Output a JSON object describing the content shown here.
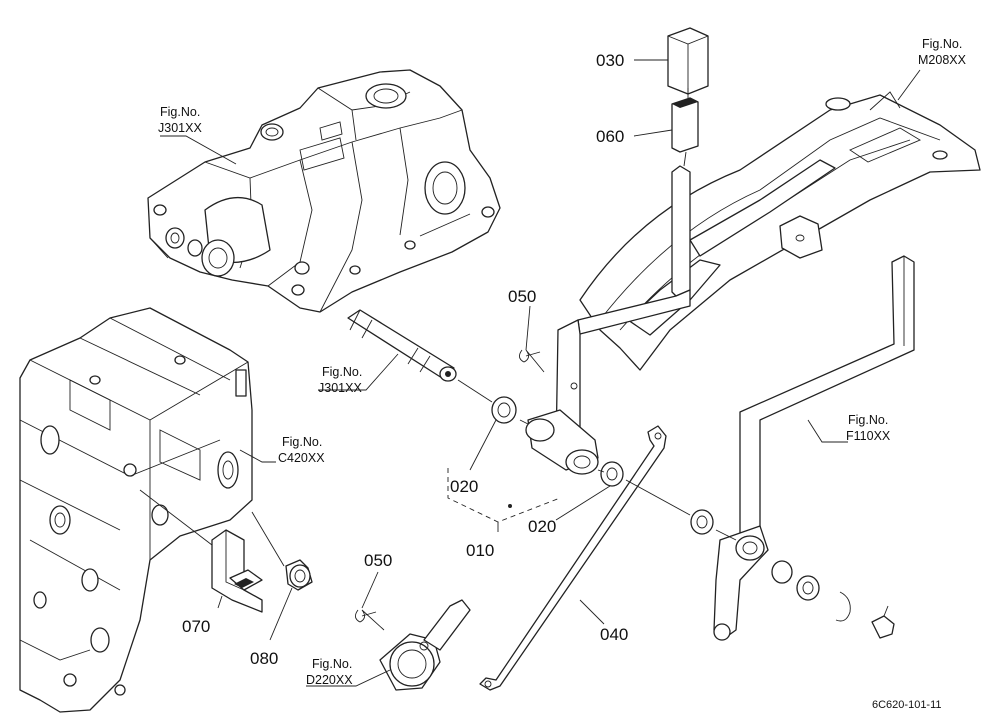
{
  "drawing_code": "6C620-101-11",
  "part_labels": {
    "p010": "010",
    "p020a": "020",
    "p020b": "020",
    "p030": "030",
    "p040": "040",
    "p050a": "050",
    "p050b": "050",
    "p060": "060",
    "p070": "070",
    "p080": "080"
  },
  "figure_refs": {
    "j301_top": {
      "line1": "Fig.No.",
      "line2": "J301XX"
    },
    "j301_mid": {
      "line1": "Fig.No.",
      "line2": "J301XX"
    },
    "m208": {
      "line1": "Fig.No.",
      "line2": "M208XX"
    },
    "c420": {
      "line1": "Fig.No.",
      "line2": "C420XX"
    },
    "f110": {
      "line1": "Fig.No.",
      "line2": "F110XX"
    },
    "d220": {
      "line1": "Fig.No.",
      "line2": "D220XX"
    }
  }
}
